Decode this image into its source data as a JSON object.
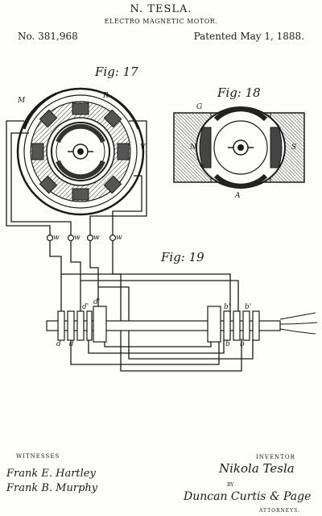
{
  "header": {
    "name": "N. TESLA.",
    "title": "ELECTRO MAGNETIC MOTOR.",
    "patent_no": "No. 381,968",
    "patent_date": "Patented May 1, 1888."
  },
  "figures": {
    "fig17": "Fig: 17",
    "fig18": "Fig: 18",
    "fig19": "Fig: 19"
  },
  "labels": {
    "M": "M",
    "R": "R",
    "V": "V",
    "G": "G",
    "N": "N",
    "S": "S",
    "A": "A",
    "w1": "w",
    "w2": "w",
    "w3": "w",
    "w4": "w",
    "d1": "d",
    "d2": "d",
    "d3": "d'",
    "d4": "d'",
    "b1": "b",
    "b2": "b",
    "b3": "b'",
    "b4": "b'"
  },
  "footer": {
    "witnesses": "WITNESSES",
    "witness1": "Frank E. Hartley",
    "witness2": "Frank B. Murphy",
    "inventor_label": "INVENTOR",
    "inventor": "Nikola Tesla",
    "by": "BY",
    "attorneys_sig": "Duncan Curtis & Page",
    "attorneys_label": "ATTORNEYS."
  }
}
